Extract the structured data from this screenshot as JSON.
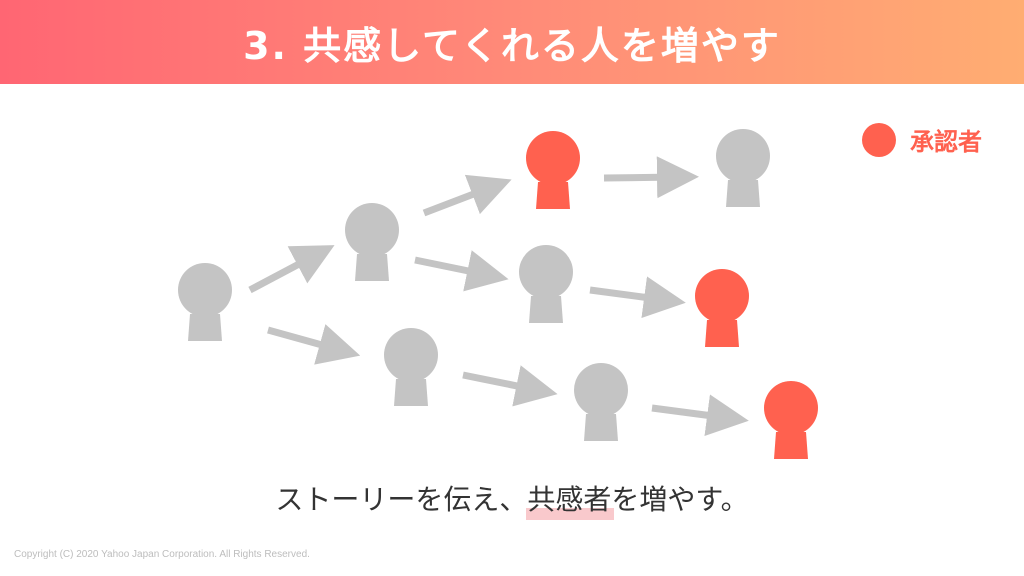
{
  "header": {
    "title": "3. 共感してくれる人を増やす"
  },
  "legend": {
    "label": "承認者",
    "color": "#ff614f"
  },
  "colors": {
    "approver": "#ff614f",
    "other": "#c4c4c4",
    "arrow": "#c4c4c4"
  },
  "caption": {
    "text": "ストーリーを伝え、共感者を増やす。"
  },
  "footer": {
    "copyright": "Copyright (C) 2020 Yahoo Japan Corporation. All Rights Reserved."
  }
}
